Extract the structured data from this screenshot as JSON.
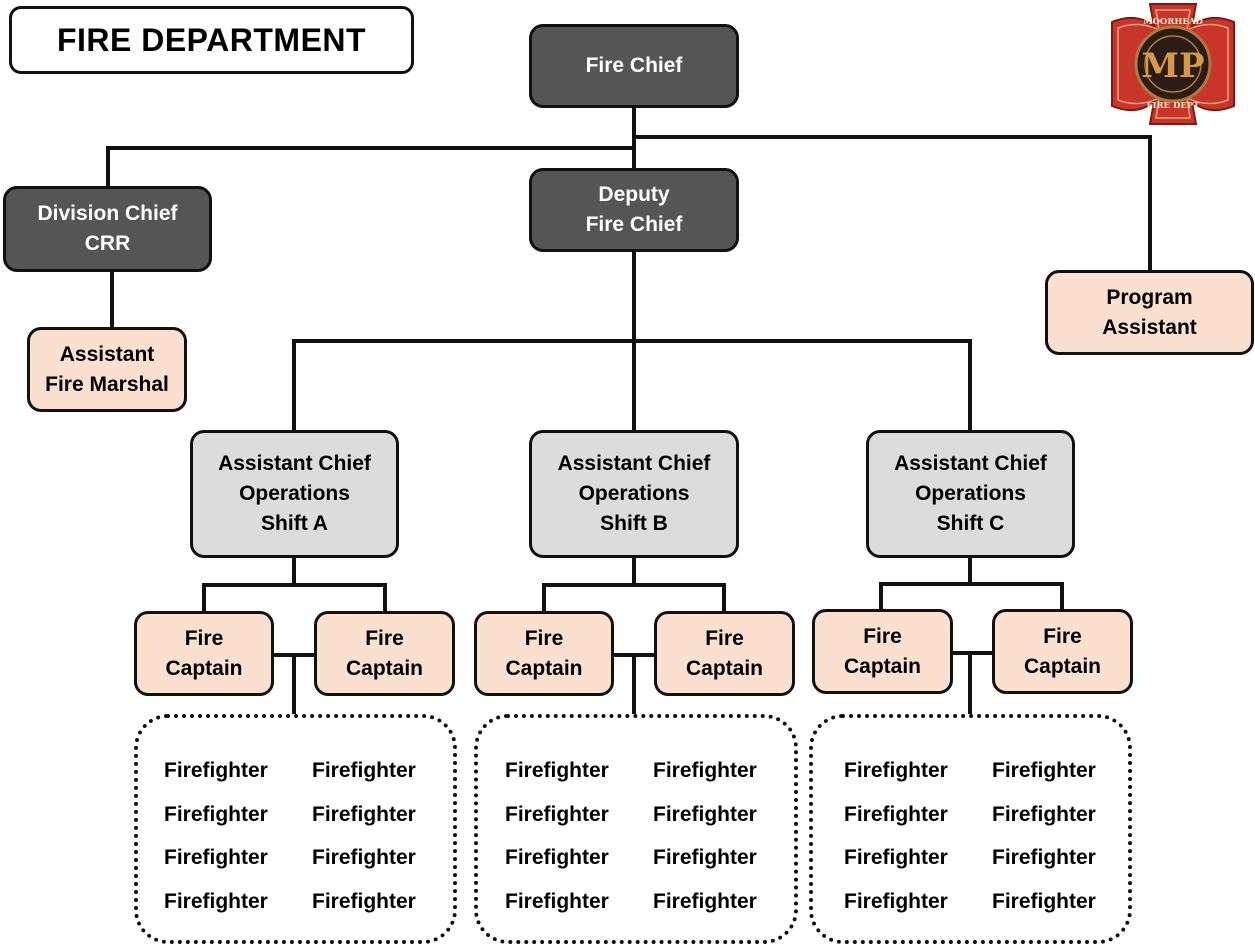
{
  "title": "FIRE DEPARTMENT",
  "logo": {
    "top_text": "MOORHEAD",
    "bottom_text": "FIRE DEPT",
    "monogram": "MP",
    "icon": "maltese-cross-badge-icon"
  },
  "colors": {
    "command": "#555555",
    "operations": "#dcdcdc",
    "staff": "#fbe0cf",
    "line": "#111111"
  },
  "nodes": {
    "fire_chief": {
      "line1": "Fire Chief"
    },
    "deputy": {
      "line1": "Deputy",
      "line2": "Fire Chief"
    },
    "division_chief": {
      "line1": "Division Chief",
      "line2": "CRR"
    },
    "fire_marshal": {
      "line1": "Assistant",
      "line2": "Fire Marshal"
    },
    "program_assistant": {
      "line1": "Program",
      "line2": "Assistant"
    }
  },
  "shifts": [
    {
      "name": {
        "line1": "Assistant Chief",
        "line2": "Operations",
        "line3": "Shift A"
      },
      "captains": [
        {
          "line1": "Fire",
          "line2": "Captain"
        },
        {
          "line1": "Fire",
          "line2": "Captain"
        }
      ],
      "firefighters": [
        "Firefighter",
        "Firefighter",
        "Firefighter",
        "Firefighter",
        "Firefighter",
        "Firefighter",
        "Firefighter",
        "Firefighter"
      ]
    },
    {
      "name": {
        "line1": "Assistant Chief",
        "line2": "Operations",
        "line3": "Shift B"
      },
      "captains": [
        {
          "line1": "Fire",
          "line2": "Captain"
        },
        {
          "line1": "Fire",
          "line2": "Captain"
        }
      ],
      "firefighters": [
        "Firefighter",
        "Firefighter",
        "Firefighter",
        "Firefighter",
        "Firefighter",
        "Firefighter",
        "Firefighter",
        "Firefighter"
      ]
    },
    {
      "name": {
        "line1": "Assistant Chief",
        "line2": "Operations",
        "line3": "Shift C"
      },
      "captains": [
        {
          "line1": "Fire",
          "line2": "Captain"
        },
        {
          "line1": "Fire",
          "line2": "Captain"
        }
      ],
      "firefighters": [
        "Firefighter",
        "Firefighter",
        "Firefighter",
        "Firefighter",
        "Firefighter",
        "Firefighter",
        "Firefighter",
        "Firefighter"
      ]
    }
  ]
}
